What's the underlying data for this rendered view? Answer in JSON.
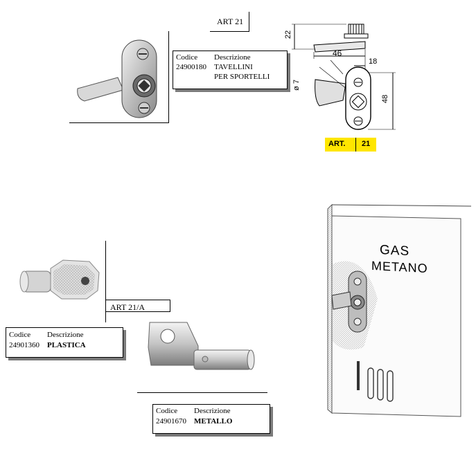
{
  "art21": {
    "title": "ART 21",
    "table": {
      "col_code": "Codice",
      "col_desc": "Descrizione",
      "code": "24900180",
      "desc_line1": "TAVELLINI",
      "desc_line2": "PER SPORTELLI"
    },
    "drawing": {
      "dim_22": "22",
      "dim_46": "46",
      "dim_18": "18",
      "dim_48": "48",
      "dim_phi7": "ø 7"
    },
    "badge": {
      "art": "ART.",
      "num": "21"
    }
  },
  "art21a": {
    "title": "ART 21/A",
    "plastica": {
      "col_code": "Codice",
      "col_desc": "Descrizione",
      "code": "24901360",
      "desc": "PLASTICA"
    },
    "metallo": {
      "col_code": "Codice",
      "col_desc": "Descrizione",
      "code": "24901670",
      "desc": "METALLO"
    }
  },
  "illustration": {
    "sign_line1": "GAS",
    "sign_line2": "METANO"
  }
}
